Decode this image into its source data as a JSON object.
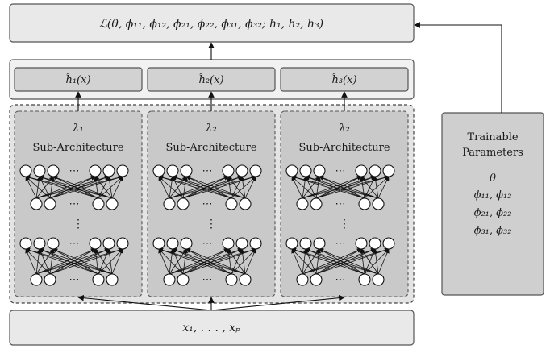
{
  "loss_box": {
    "label": "ℒ(θ, ϕ₁₁, ϕ₁₂, ϕ₂₁, ϕ₂₂, ϕ₃₁, ϕ₃₂;  h₁, h₂, h₃)"
  },
  "outputs": [
    {
      "label": "ĥ₁(x)"
    },
    {
      "label": "ĥ₂(x)"
    },
    {
      "label": "ĥ₃(x)"
    }
  ],
  "sub_architectures": [
    {
      "lambda": "λ₁",
      "title": "Sub-Architecture"
    },
    {
      "lambda": "λ₂",
      "title": "Sub-Architecture"
    },
    {
      "lambda": "λ₂",
      "title": "Sub-Architecture"
    }
  ],
  "ellipsis": {
    "horizontal": "⋯",
    "vertical": "⋮"
  },
  "input_box": {
    "label": "x₁, . . . , xₚ"
  },
  "parameters": {
    "title_line1": "Trainable",
    "title_line2": "Parameters",
    "lines": [
      "θ",
      "ϕ₁₁, ϕ₁₂",
      "ϕ₂₁, ϕ₂₂",
      "ϕ₃₁, ϕ₃₂"
    ]
  }
}
